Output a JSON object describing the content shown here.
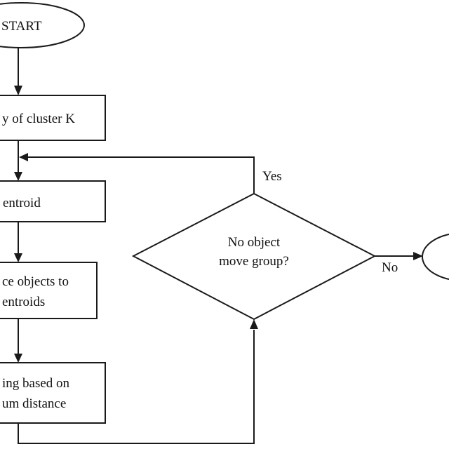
{
  "flowchart": {
    "start_label": "START",
    "step1_label": "y of cluster K",
    "step2_label": "entroid",
    "step3_line1": "ce objects to",
    "step3_line2": "entroids",
    "step4_line1": "ing based on",
    "step4_line2": "um distance",
    "decision_line1": "No object",
    "decision_line2": "move group?",
    "yes_label": "Yes",
    "no_label": "No"
  }
}
